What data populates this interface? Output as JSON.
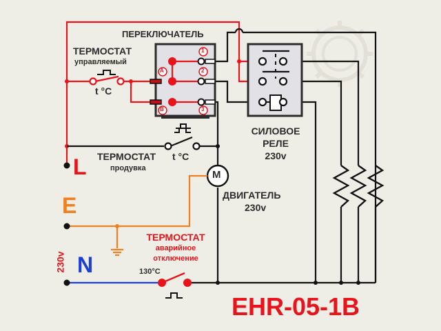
{
  "model": "EHR-05-1B",
  "colors": {
    "background": "#eeede6",
    "live": "#e8141b",
    "earth": "#f07f22",
    "neutral": "#1a3fd6",
    "wire": "#111111",
    "text": "#2b2b2b",
    "box_fill": "#e2e2e6"
  },
  "terminals": {
    "L": "L",
    "E": "E",
    "N": "N",
    "voltage": "230v"
  },
  "selector_switch": {
    "title": "ПЕРЕКЛЮЧАТЕЛЬ",
    "inputs": [
      "A",
      "B"
    ],
    "outputs": [
      "1",
      "2",
      "3"
    ]
  },
  "thermostat_controlled": {
    "title": "ТЕРМОСТАТ",
    "subtitle": "управляемый",
    "symbol": "t °C"
  },
  "thermostat_blower": {
    "title": "ТЕРМОСТАТ",
    "subtitle": "продувка",
    "symbol": "t °C"
  },
  "thermostat_emergency": {
    "title": "ТЕРМОСТАТ",
    "subtitle_line1": "аварийное",
    "subtitle_line2": "отключение",
    "temperature": "130°C"
  },
  "power_relay": {
    "line1": "СИЛОВОЕ",
    "line2": "РЕЛЕ",
    "line3": "230v"
  },
  "motor": {
    "symbol": "M",
    "line1": "ДВИГАТЕЛЬ",
    "line2": "230v"
  },
  "heaters": {
    "count": 3
  }
}
